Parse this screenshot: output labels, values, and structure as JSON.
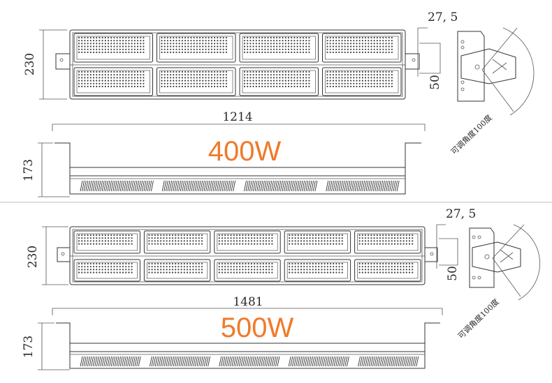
{
  "section_400": {
    "power_label": "400W",
    "height_top": "230",
    "height_side": "173",
    "length": "1214",
    "bracket_offset": "27, 5",
    "bracket_depth": "50",
    "angle_note": "可调角度100度",
    "module_count_per_row": 4
  },
  "section_500": {
    "power_label": "500W",
    "height_top": "230",
    "height_side": "173",
    "length": "1481",
    "bracket_offset": "27, 5",
    "bracket_depth": "50",
    "angle_note": "可调角度100度",
    "module_count_per_row": 5
  },
  "colors": {
    "accent": "#f07a2a",
    "line": "#333333"
  }
}
